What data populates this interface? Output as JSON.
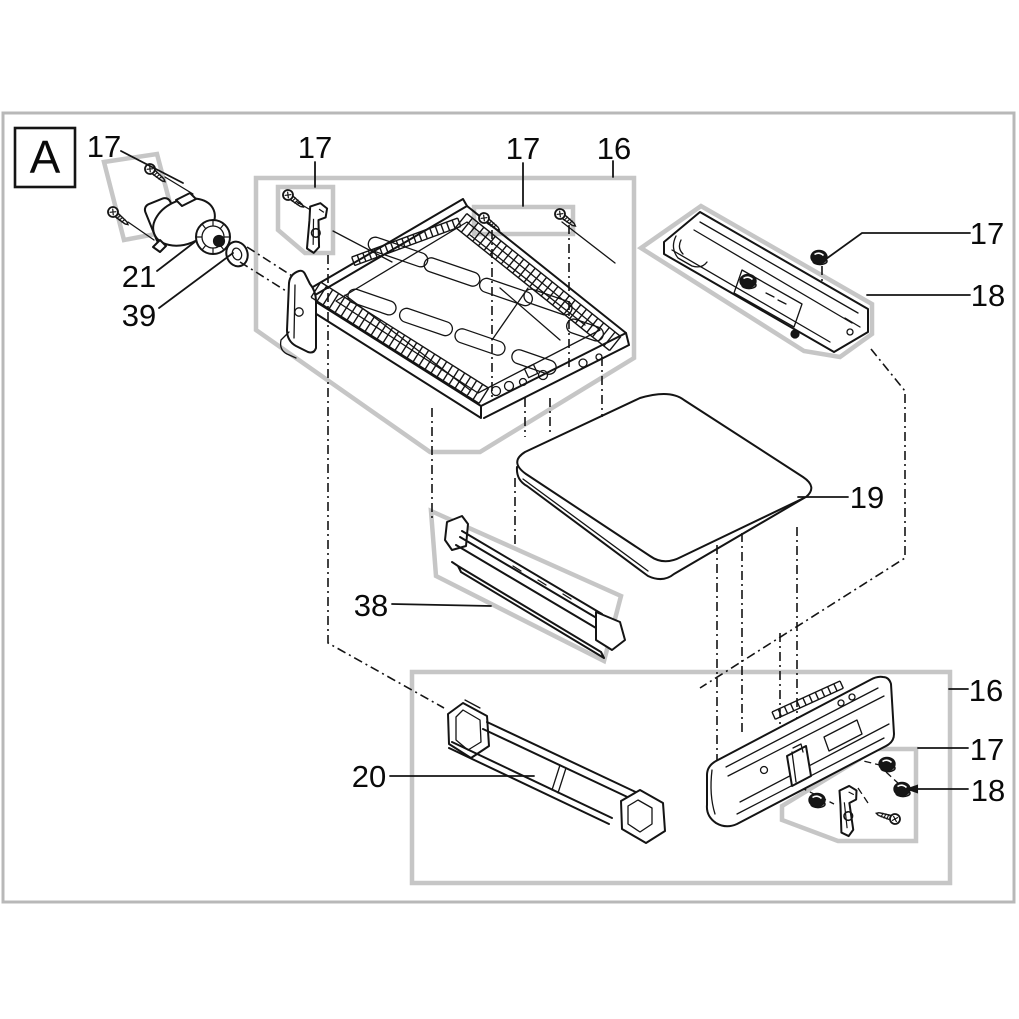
{
  "figure": {
    "type": "exploded-parts-diagram",
    "view_label": "A",
    "callouts": [
      {
        "text": "17",
        "points_to": "motor-mount-screws"
      },
      {
        "text": "21",
        "points_to": "motor-assembly"
      },
      {
        "text": "39",
        "points_to": "retaining-ring"
      },
      {
        "text": "17",
        "points_to": "latch-screw-tray-left"
      },
      {
        "text": "17",
        "points_to": "tray-screws"
      },
      {
        "text": "16",
        "points_to": "roller-tray-group"
      },
      {
        "text": "17",
        "points_to": "bracket-thumbscrew"
      },
      {
        "text": "18",
        "points_to": "side-bracket"
      },
      {
        "text": "19",
        "points_to": "cover-plate"
      },
      {
        "text": "38",
        "points_to": "wiper-rail"
      },
      {
        "text": "20",
        "points_to": "support-rail"
      },
      {
        "text": "16",
        "points_to": "housing-group"
      },
      {
        "text": "17",
        "points_to": "fastener-kit"
      },
      {
        "text": "18",
        "points_to": "thumbscrew"
      }
    ],
    "colors": {
      "background": "#ffffff",
      "line": "#141414",
      "group_outline": "#c6c6c6",
      "frame_border": "#b8b8b8",
      "text": "#0a0a0a"
    }
  }
}
